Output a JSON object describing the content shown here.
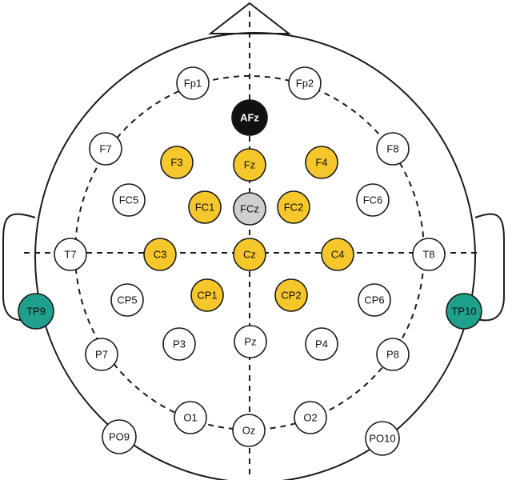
{
  "colors": {
    "stroke": "#1a1a1a",
    "default_fill": "#ffffff",
    "active_fill": "#f5c72b",
    "reference_fill": "#cfcfcf",
    "ground_fill": "#111111",
    "mastoid_fill": "#1fa08d"
  },
  "electrodes": [
    {
      "label": "Fp1",
      "role": "default"
    },
    {
      "label": "Fp2",
      "role": "default"
    },
    {
      "label": "AFz",
      "role": "ground"
    },
    {
      "label": "F7",
      "role": "default"
    },
    {
      "label": "F3",
      "role": "active"
    },
    {
      "label": "Fz",
      "role": "active"
    },
    {
      "label": "F4",
      "role": "active"
    },
    {
      "label": "F8",
      "role": "default"
    },
    {
      "label": "FC5",
      "role": "default"
    },
    {
      "label": "FC1",
      "role": "active"
    },
    {
      "label": "FCz",
      "role": "reference"
    },
    {
      "label": "FC2",
      "role": "active"
    },
    {
      "label": "FC6",
      "role": "default"
    },
    {
      "label": "T7",
      "role": "default"
    },
    {
      "label": "C3",
      "role": "active"
    },
    {
      "label": "Cz",
      "role": "active"
    },
    {
      "label": "C4",
      "role": "active"
    },
    {
      "label": "T8",
      "role": "default"
    },
    {
      "label": "TP9",
      "role": "mastoid"
    },
    {
      "label": "CP5",
      "role": "default"
    },
    {
      "label": "CP1",
      "role": "active"
    },
    {
      "label": "CP2",
      "role": "active"
    },
    {
      "label": "CP6",
      "role": "default"
    },
    {
      "label": "TP10",
      "role": "mastoid"
    },
    {
      "label": "P7",
      "role": "default"
    },
    {
      "label": "P3",
      "role": "default"
    },
    {
      "label": "Pz",
      "role": "default"
    },
    {
      "label": "P4",
      "role": "default"
    },
    {
      "label": "P8",
      "role": "default"
    },
    {
      "label": "PO9",
      "role": "default"
    },
    {
      "label": "O1",
      "role": "default"
    },
    {
      "label": "Oz",
      "role": "default"
    },
    {
      "label": "O2",
      "role": "default"
    },
    {
      "label": "PO10",
      "role": "default"
    }
  ]
}
